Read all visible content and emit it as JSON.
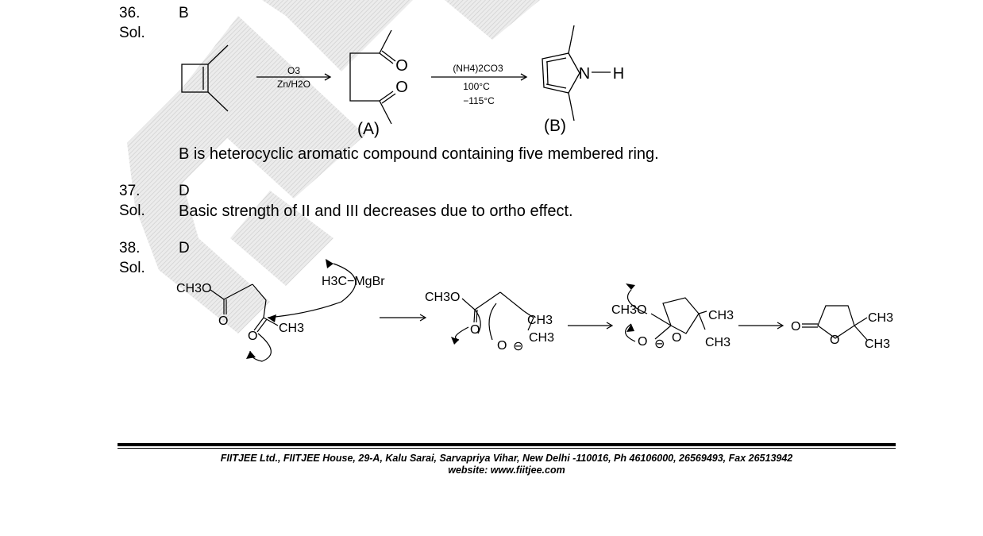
{
  "questions": [
    {
      "number": "36.",
      "answer": "B",
      "sol_label": "Sol.",
      "reaction": {
        "reagent1_top": "O3",
        "reagent1_bottom": "Zn/H2O",
        "label_A": "(A)",
        "reagent2_top": "(NH4)2CO3",
        "reagent2_mid": "100°C",
        "reagent2_bottom": "−115°C",
        "label_B": "(B)",
        "atom_N": "N",
        "atom_H": "H",
        "atom_O": "O"
      },
      "explanation": "B is heterocyclic aromatic compound containing five membered ring."
    },
    {
      "number": "37.",
      "answer": "D",
      "sol_label": "Sol.",
      "explanation": "Basic strength of II and III decreases due to ortho effect."
    },
    {
      "number": "38.",
      "answer": "D",
      "sol_label": "Sol.",
      "mechanism": {
        "grignard": "H3C−MgBr",
        "ester_group": "CH3O",
        "methyl": "CH3",
        "oxygen": "O",
        "negative_charge": "⊖"
      }
    }
  ],
  "footer": {
    "line1": "FIITJEE  Ltd., FIITJEE House, 29-A, Kalu  Sarai, Sarvapriya Vihar, New Delhi -110016, Ph 46106000, 26569493, Fax 26513942",
    "line2": "website: www.fiitjee.com"
  },
  "colors": {
    "text": "#000000",
    "watermark": "#e4e4e4"
  }
}
